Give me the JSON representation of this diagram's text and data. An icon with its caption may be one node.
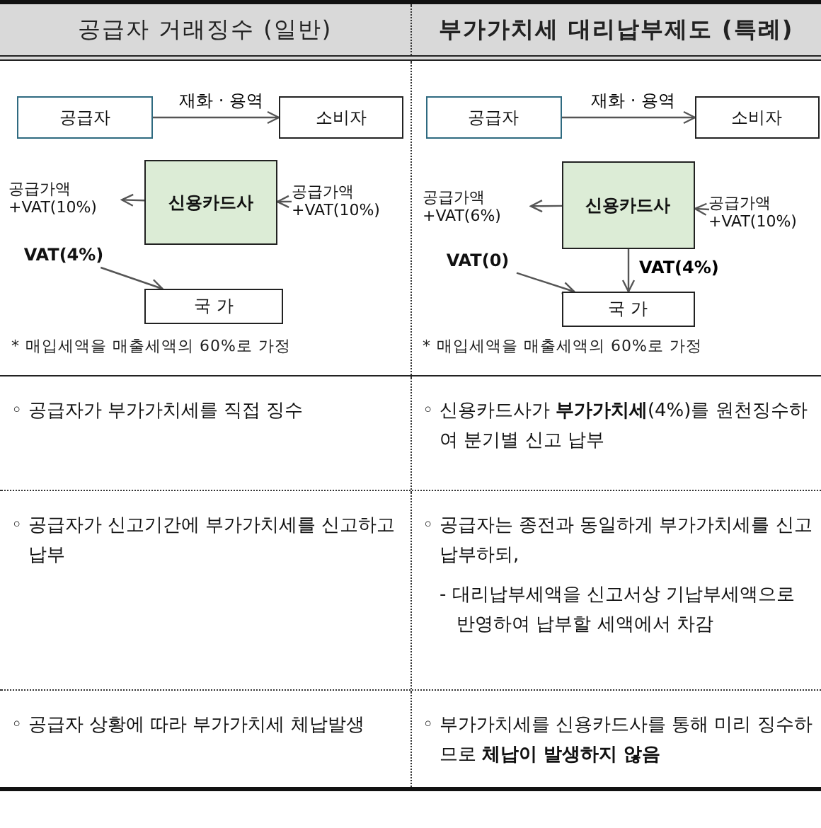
{
  "diagram": {
    "nodes": [
      {
        "text": [
          "공급자"
        ]
      },
      {
        "text": [
          "소비자"
        ]
      },
      {
        "text": [
          "신용카드사"
        ]
      },
      {
        "text": [
          "공급가액 +VAT(10%)"
        ]
      },
      {
        "text": [
          "공급가액 +VAT(10%)"
        ]
      },
      {
        "text": [
          "VAT(4%)"
        ]
      },
      {
        "text": [
          "국 가"
        ]
      },
      {
        "text": [
          "공급자"
        ]
      },
      {
        "text": [
          "소비자"
        ]
      },
      {
        "text": [
          "신용카드사"
        ]
      },
      {
        "text": [
          "공급가액 +VAT(6%)"
        ]
      },
      {
        "text": [
          "공급가액 +VAT(10%)"
        ]
      },
      {
        "text": [
          "VAT(0)"
        ]
      },
      {
        "text": [
          "국 가"
        ]
      }
    ],
    "edges": [
      {
        "from": 0,
        "to": 1,
        "arrow": "to",
        "label": "재화 · 용역"
      },
      {
        "from": 2,
        "to": 3,
        "arrow": "to"
      },
      {
        "from": 4,
        "to": 2,
        "arrow": "to"
      },
      {
        "from": 5,
        "to": 6,
        "arrow": "to"
      },
      {
        "from": 7,
        "to": 8,
        "arrow": "to",
        "label": "재화 · 용역"
      },
      {
        "from": 9,
        "to": 10,
        "arrow": "to"
      },
      {
        "from": 11,
        "to": 9,
        "arrow": "to"
      },
      {
        "from": 12,
        "to": 13,
        "arrow": "to"
      },
      {
        "from": 9,
        "to": 13,
        "arrow": "to",
        "label": "VAT(4%)"
      }
    ],
    "labels": [
      "공급자 거래징수 (일반)",
      "부가가치세 대리납부제도 (특례)",
      "* 매입세액을 매출세액의 60%로 가정",
      "* 매입세액을 매출세액의 60%로 가정",
      "◦ 공급자가 부가가치세를 직접 징수",
      "◦ 신용카드사가 **부가가치세**(4%)를 원천징수하여 분기별 신고 납부",
      "◦ 공급자가 신고기간에 부가가치세를 신고하고 납부",
      "◦ 공급자는 종전과 동일하게 부가가치세를 신고 납부하되,",
      "- 대리납부세액을 신고서상 기납부세액으로 반영하여 납부할 세액에서 차감",
      "◦ 공급자 상황에 따라 부가가치세 체납발생",
      "◦ 부가가치세를 신용카드사를 통해 미리 징수하므로 **체납이 발생하지 않음**"
    ]
  }
}
